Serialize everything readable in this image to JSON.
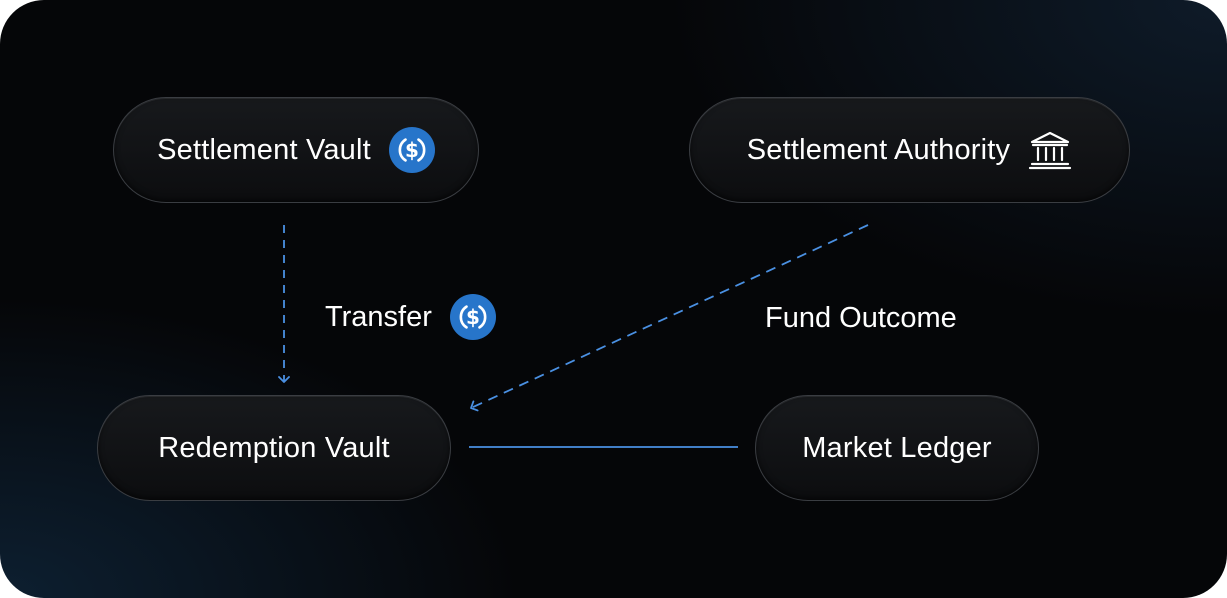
{
  "diagram": {
    "nodes": {
      "settlement_vault": {
        "label": "Settlement Vault",
        "icon": "usdc-coin-icon"
      },
      "settlement_authority": {
        "label": "Settlement Authority",
        "icon": "bank-building-icon"
      },
      "redemption_vault": {
        "label": "Redemption Vault"
      },
      "market_ledger": {
        "label": "Market Ledger"
      }
    },
    "edges": [
      {
        "from": "Settlement Vault",
        "to": "Redemption Vault",
        "label": "Transfer",
        "label_icon": "usdc-coin-icon",
        "style": "dashed-arrow"
      },
      {
        "from": "Settlement Authority",
        "to": "Redemption Vault",
        "label": "Fund Outcome",
        "style": "dashed-arrow"
      },
      {
        "from": "Redemption Vault",
        "to": "Market Ledger",
        "label": "",
        "style": "solid-line"
      }
    ]
  },
  "colors": {
    "background": "#050608",
    "accent_blue": "#2775CA",
    "connector_blue": "#4A90E2",
    "text": "#FFFFFF",
    "pill_border": "#3A3D42"
  }
}
